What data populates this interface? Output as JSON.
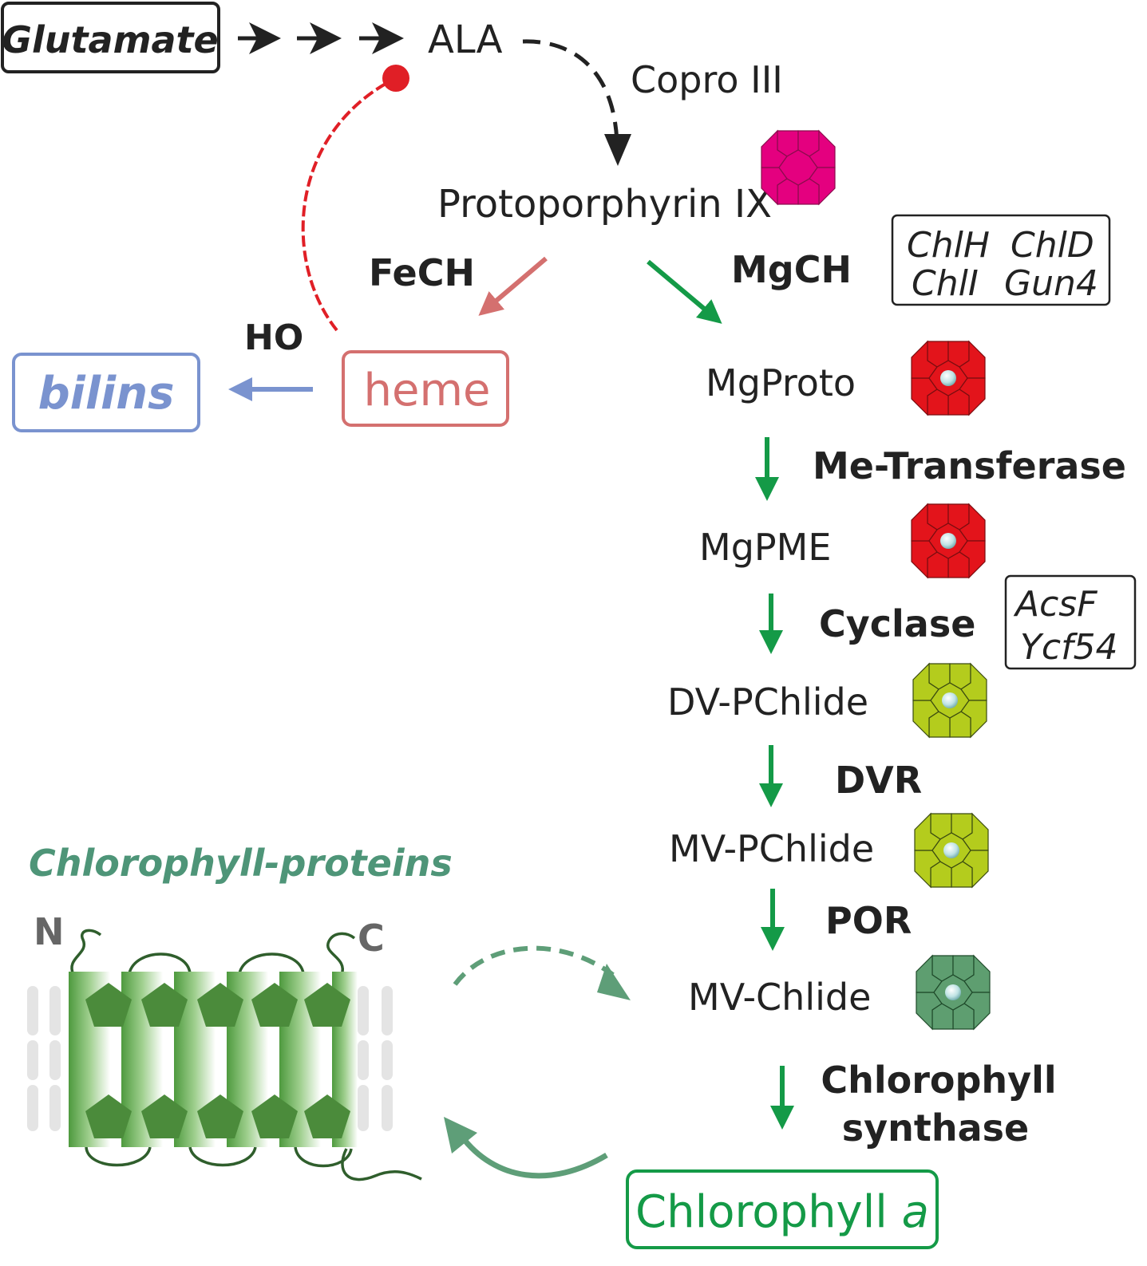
{
  "colors": {
    "black": "#222222",
    "red": "#e01f26",
    "salmon": "#d4706f",
    "blue": "#7a93cf",
    "green": "#149a47",
    "teal": "#4e9578",
    "magenta": "#e4007f",
    "mgRed": "#e3141b",
    "lime": "#b4cc1d",
    "chlide": "#5e9e70",
    "protein": "#4b8b3b"
  },
  "labels": {
    "glutamate": "Glutamate",
    "ala": "ALA",
    "copro": "Copro III",
    "protoporphyrin": "Protoporphyrin IX",
    "fech": "FeCH",
    "mgch": "MgCH",
    "ho": "HO",
    "heme": "heme",
    "bilins": "bilins",
    "mgproto": "MgProto",
    "metransferase": "Me-Transferase",
    "mgpme": "MgPME",
    "cyclase": "Cyclase",
    "dvpchlide": "DV-PChlide",
    "dvr": "DVR",
    "mvpchlide": "MV-PChlide",
    "por": "POR",
    "mvchlide": "MV-Chlide",
    "chlsynthase_1": "Chlorophyll",
    "chlsynthase_2": "synthase",
    "chlorophyll_main": "Chlorophyll",
    "chlorophyll_a": "a",
    "chlorophyll_proteins": "Chlorophyll-proteins",
    "n_term": "N",
    "c_term": "C"
  },
  "boxes": {
    "mgch_subunits": [
      "ChlH",
      "ChlD",
      "ChlI",
      "Gun4"
    ],
    "cyclase_subunits": [
      "AcsF",
      "Ycf54"
    ]
  }
}
